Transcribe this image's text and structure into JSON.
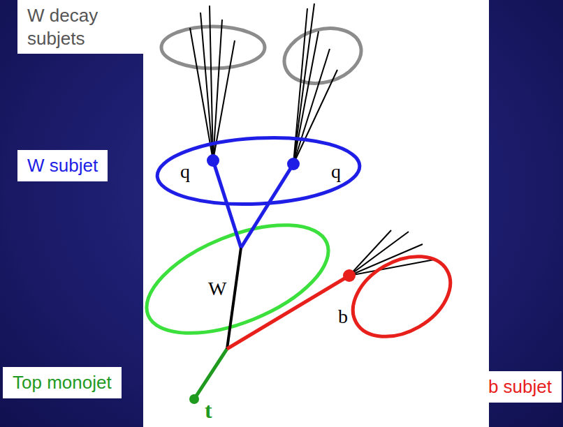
{
  "diagram": {
    "nodes": [
      {
        "text": [
          "W decay subjets"
        ]
      },
      {
        "text": [
          "W subjet"
        ]
      },
      {
        "text": [
          "Top monojet"
        ]
      },
      {
        "text": [
          "b subjet"
        ]
      }
    ],
    "labels": [
      "q",
      "q",
      "W",
      "b",
      "t"
    ]
  }
}
